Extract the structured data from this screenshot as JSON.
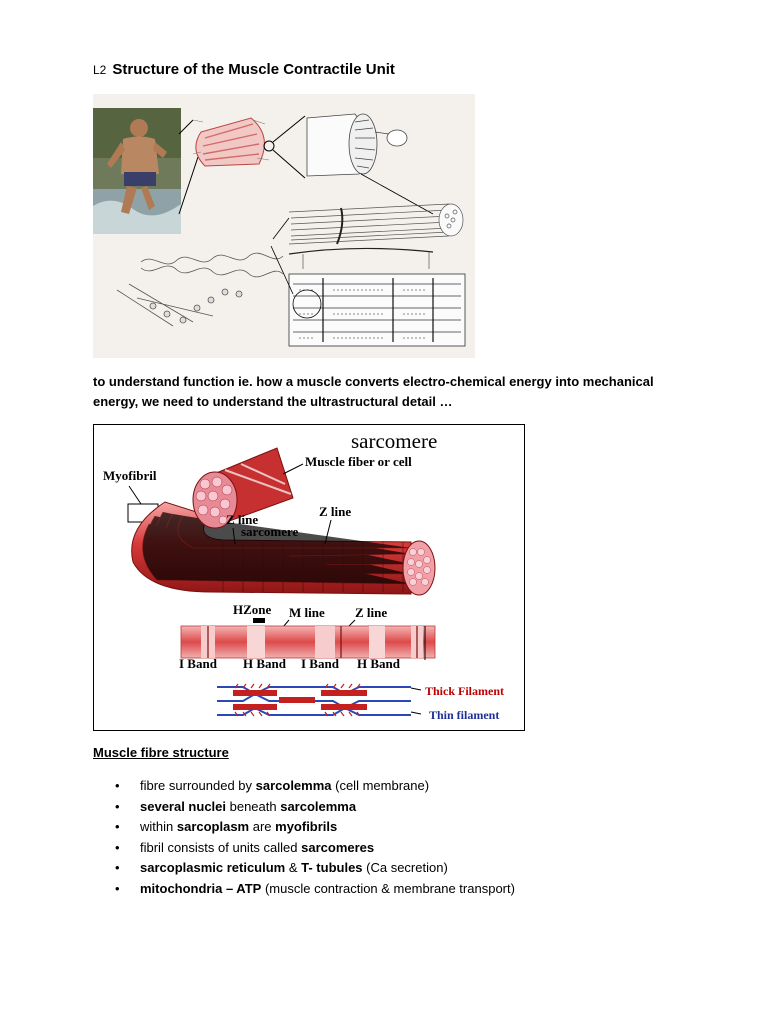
{
  "header": {
    "level": "L2",
    "title": "Structure of the Muscle Contractile Unit"
  },
  "intro": "to understand function ie. how a muscle converts electro-chemical energy into mechanical energy,   we need to understand the ultrastructural detail …",
  "sarcomere_figure": {
    "title": "sarcomere",
    "myofibril": "Myofibril",
    "fiber": "Muscle fiber or cell",
    "zline_left": "Z line",
    "sarcomere_label": "sarcomere",
    "zline_right": "Z line",
    "hzone": "HZone",
    "mline": "M line",
    "zline_band": "Z line",
    "iband1": "I Band",
    "hband1": "H Band",
    "iband2": "I Band",
    "hband2": "H Band",
    "thick": "Thick Filament",
    "thin": "Thin filament",
    "colors": {
      "muscle_red": "#d83a3a",
      "thick_label": "#c00000",
      "thin_label": "#1f2f9a"
    }
  },
  "section": {
    "heading": "Muscle fibre structure"
  },
  "bullets": [
    [
      {
        "t": "fibre surrounded by "
      },
      {
        "t": "sarcolemma",
        "b": true
      },
      {
        "t": " (cell membrane)"
      }
    ],
    [
      {
        "t": "several nuclei",
        "b": true
      },
      {
        "t": " beneath "
      },
      {
        "t": "sarcolemma",
        "b": true
      }
    ],
    [
      {
        "t": "within "
      },
      {
        "t": "sarcoplasm",
        "b": true
      },
      {
        "t": " are "
      },
      {
        "t": "myofibrils",
        "b": true
      }
    ],
    [
      {
        "t": "fibril consists of units called "
      },
      {
        "t": "sarcomeres",
        "b": true
      }
    ],
    [
      {
        "t": "sarcoplasmic reticulum",
        "b": true
      },
      {
        "t": " & "
      },
      {
        "t": "T- tubules",
        "b": true
      },
      {
        "t": " (Ca secretion)"
      }
    ],
    [
      {
        "t": "mitochondria – ATP",
        "b": true
      },
      {
        "t": " (muscle contraction & membrane transport)"
      }
    ]
  ]
}
